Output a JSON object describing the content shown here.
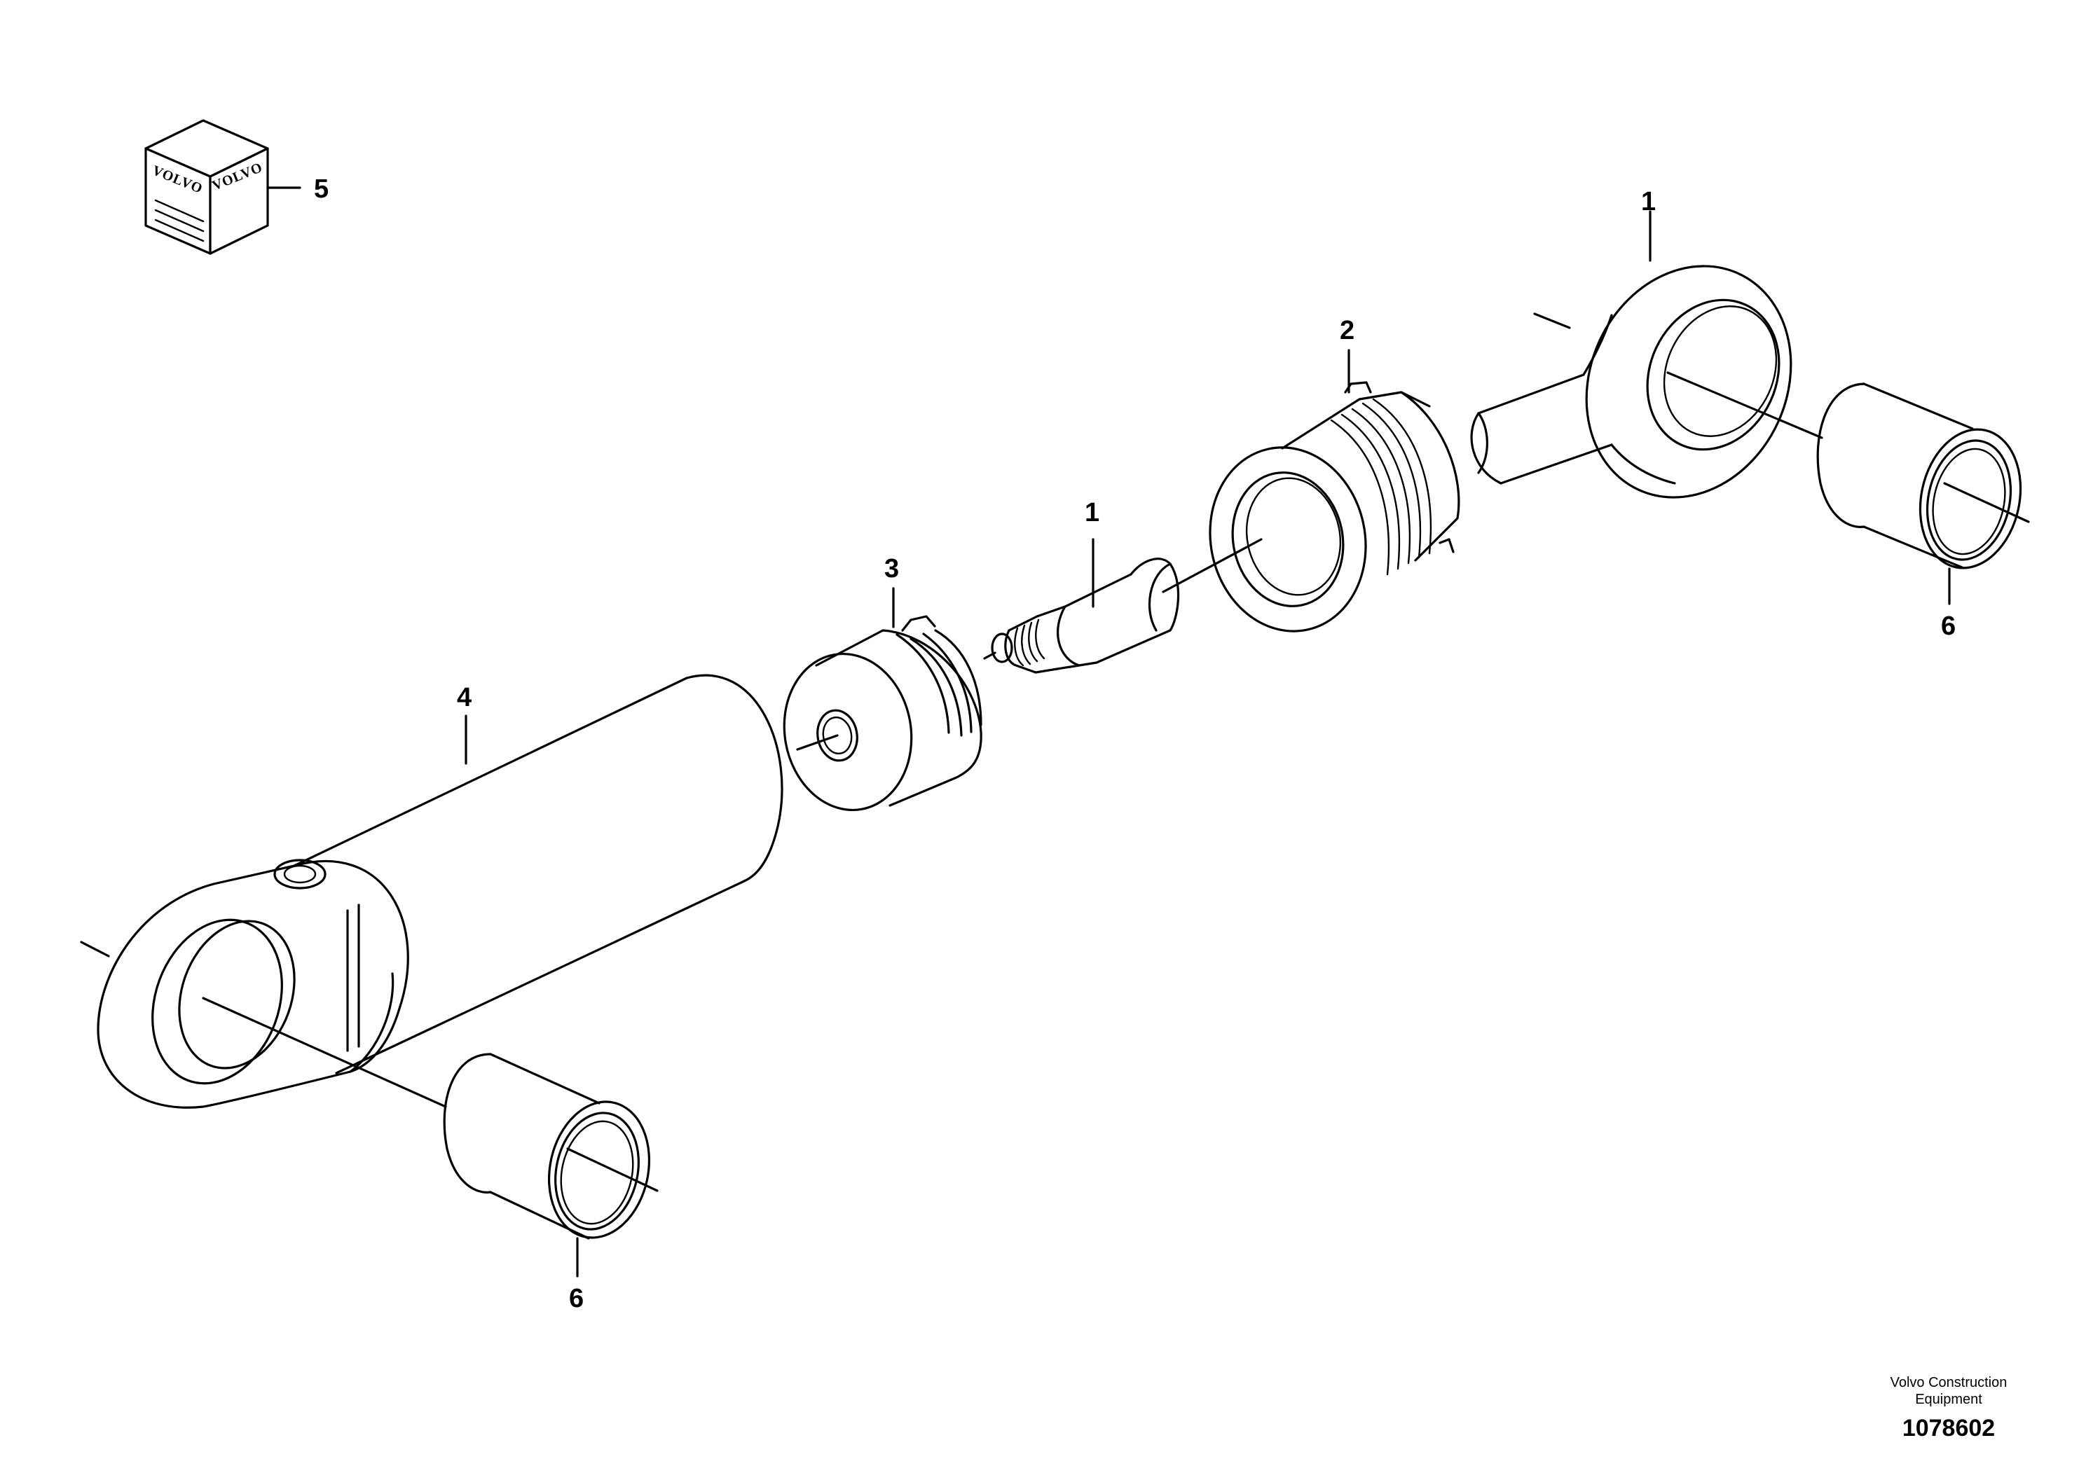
{
  "callouts": {
    "c1_rod_eye": "1",
    "c1_piston_rod": "1",
    "c2": "2",
    "c3": "3",
    "c4": "4",
    "c5": "5",
    "c6_right": "6",
    "c6_left": "6"
  },
  "kit_box": {
    "logo_left": "VOLVO",
    "logo_right": "VOLVO"
  },
  "footer": {
    "company": "Volvo Construction Equipment",
    "drawing_number": "1078602"
  }
}
